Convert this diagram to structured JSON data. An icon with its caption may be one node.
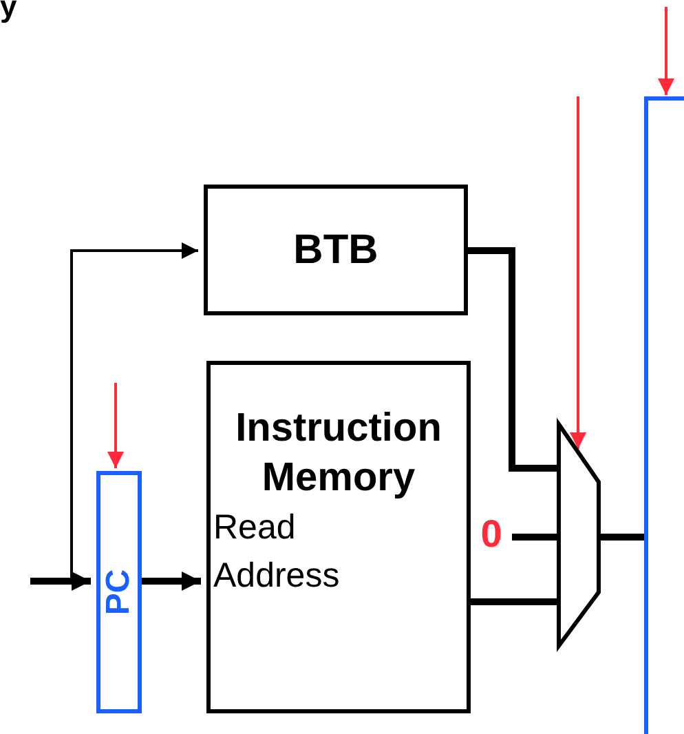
{
  "diagram": {
    "nodes": [
      {
        "text": [
          "BTB"
        ]
      },
      {
        "text": [
          "Instruction Memory",
          "Read Address"
        ]
      },
      {
        "text": [
          "PC"
        ]
      },
      {
        "text": [],
        "shape": "trapezoid"
      },
      {
        "text": [],
        "shape": "box"
      },
      {
        "text": [
          "0"
        ]
      }
    ],
    "edges": [
      {
        "from": null,
        "to": 2,
        "arrow": "to"
      },
      {
        "from": null,
        "to": 0,
        "arrow": "to"
      },
      {
        "from": 2,
        "to": 1,
        "arrow": "to"
      },
      {
        "from": 0,
        "to": 3,
        "arrow": "none"
      },
      {
        "from": 5,
        "to": 3,
        "arrow": "none"
      },
      {
        "from": 1,
        "to": 3,
        "arrow": "none"
      },
      {
        "from": 3,
        "to": 4,
        "arrow": "none"
      },
      {
        "from": null,
        "to": 2,
        "arrow": "to",
        "color": "#ff2b3b"
      },
      {
        "from": null,
        "to": 3,
        "arrow": "to",
        "color": "#ff2b3b"
      },
      {
        "from": null,
        "to": 4,
        "arrow": "to",
        "color": "#ff2b3b"
      }
    ],
    "labels": [
      "y"
    ]
  }
}
